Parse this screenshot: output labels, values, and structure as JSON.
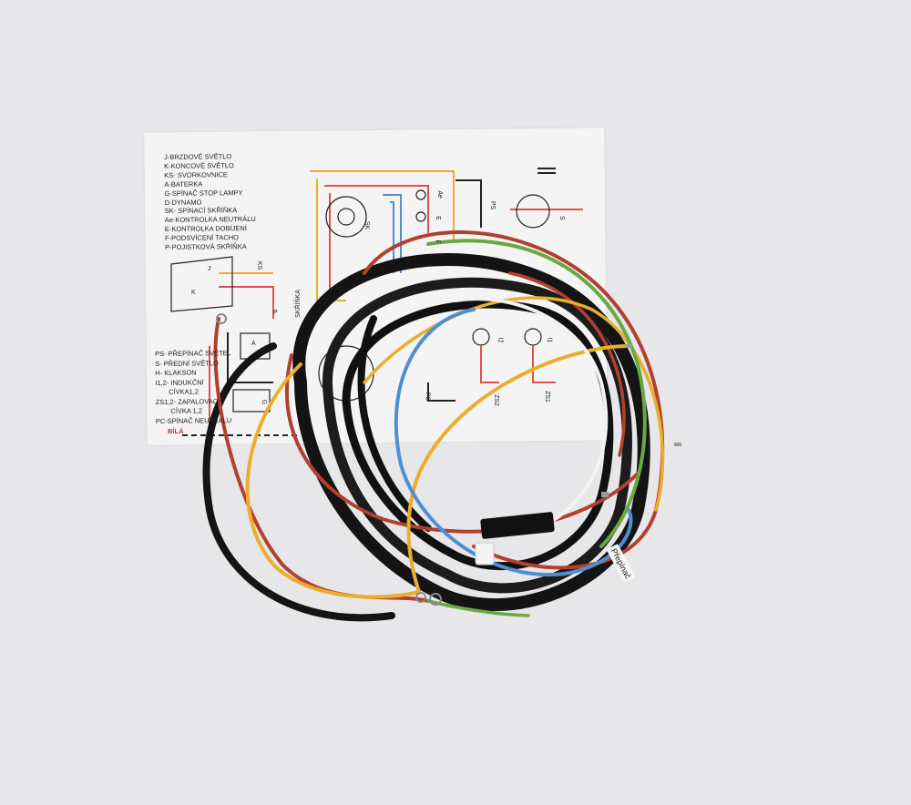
{
  "scene": {
    "description": "Motorcycle wiring harness laid on top of a printed wiring diagram sheet",
    "colors": {
      "background": "#e7e7e9",
      "paper": "#f4f4f5",
      "wire_black": "#141414",
      "wire_red": "#b2402f",
      "wire_yellow": "#e9ae2c",
      "wire_blue": "#4f8fd0",
      "wire_green": "#6aa844",
      "wire_white": "#f2f2f2"
    }
  },
  "legend_top": [
    "J-BRZDOVÉ SVĚTLO",
    "K-KONCOVÉ SVĚTLO",
    "KS- SVORKOVNICE",
    "A-BATERKA",
    "G-SPÍNAČ STOP LAMPY",
    "D-DYNAMO",
    "SK- SPÍNACÍ SKŘÍŇKA",
    "Ae-KONTROLKA NEUTRÁLU",
    "E-KONTROLKA DOBÍJENÍ",
    "F-PODSVÍCENÍ TACHO",
    "P-POJISTKOVÁ SKŘÍŇKA"
  ],
  "legend_bottom": [
    "PS- PŘEPÍNAČ SVĚTEL",
    "S- PŘEDNÍ SVĚTLO",
    "H- KLAKSON",
    "I1,2- INDUKČNÍ",
    "       CÍVKA1,2",
    "ZS1,2- ZAPALOVACÍ",
    "        CÍVKA 1,2",
    "PC-SPÍNAČ NEUTRÁLU"
  ],
  "white_wire_label": "BÍLÁ",
  "tag_label": "Přepínač",
  "diagram_labels": {
    "sk": "SK",
    "ks": "KS",
    "p": "P",
    "skrinka": "SKŘÍŇKA",
    "a": "A",
    "g": "G",
    "ps": "PS",
    "s": "S",
    "ae": "Ae",
    "e": "E",
    "f": "F",
    "j": "J",
    "k": "K",
    "i2": "I2",
    "i1": "I1",
    "zs2": "ZS2",
    "zs1": "ZS1",
    "pc": "PC"
  }
}
